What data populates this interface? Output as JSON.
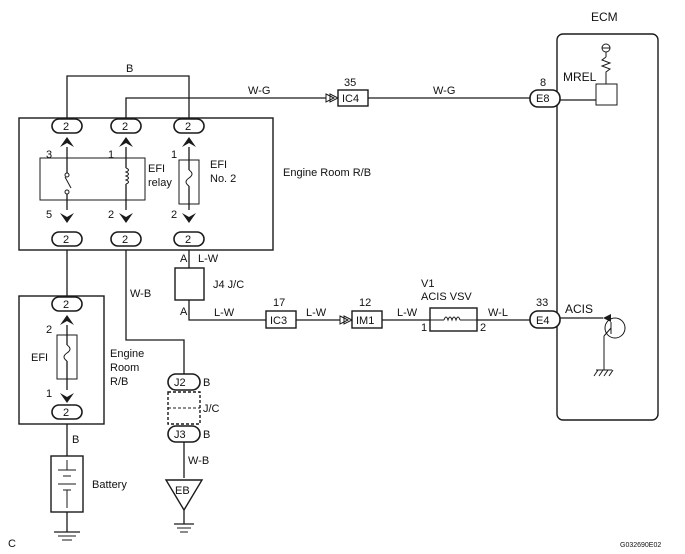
{
  "ecm": {
    "title": "ECM",
    "mrel": "MREL",
    "acis": "ACIS"
  },
  "relay_box_top": {
    "label": "Engine Room R/B",
    "efi_relay_label_1": "EFI",
    "efi_relay_label_2": "relay",
    "efi_no2_label_1": "EFI",
    "efi_no2_label_2": "No. 2",
    "term_2": "2",
    "pin_3": "3",
    "pin_1": "1",
    "pin_5": "5",
    "pin_2": "2"
  },
  "relay_box_bottom": {
    "label_1": "Engine",
    "label_2": "Room",
    "label_3": "R/B",
    "fuse_label": "EFI",
    "term_2": "2",
    "pin_2": "2",
    "pin_1": "1"
  },
  "jc_j4": {
    "label": "J4 J/C",
    "pin_a": "A"
  },
  "jc": {
    "j2": "J2",
    "j3": "J3",
    "label": "J/C",
    "pin_b": "B"
  },
  "wires": {
    "b": "B",
    "wg": "W-G",
    "lw": "L-W",
    "wb": "W-B",
    "wl": "W-L"
  },
  "connectors": {
    "ic4": "IC4",
    "ic4_pin": "35",
    "e8": "E8",
    "e8_pin": "8",
    "ic3": "IC3",
    "ic3_pin": "17",
    "im1": "IM1",
    "im1_pin": "12",
    "e4": "E4",
    "e4_pin": "33"
  },
  "vsv": {
    "id": "V1",
    "name": "ACIS VSV",
    "pin_1": "1",
    "pin_2": "2"
  },
  "battery": {
    "label": "Battery"
  },
  "ground": {
    "label": "EB"
  },
  "corner": {
    "left": "C",
    "right": "G032690E02"
  }
}
